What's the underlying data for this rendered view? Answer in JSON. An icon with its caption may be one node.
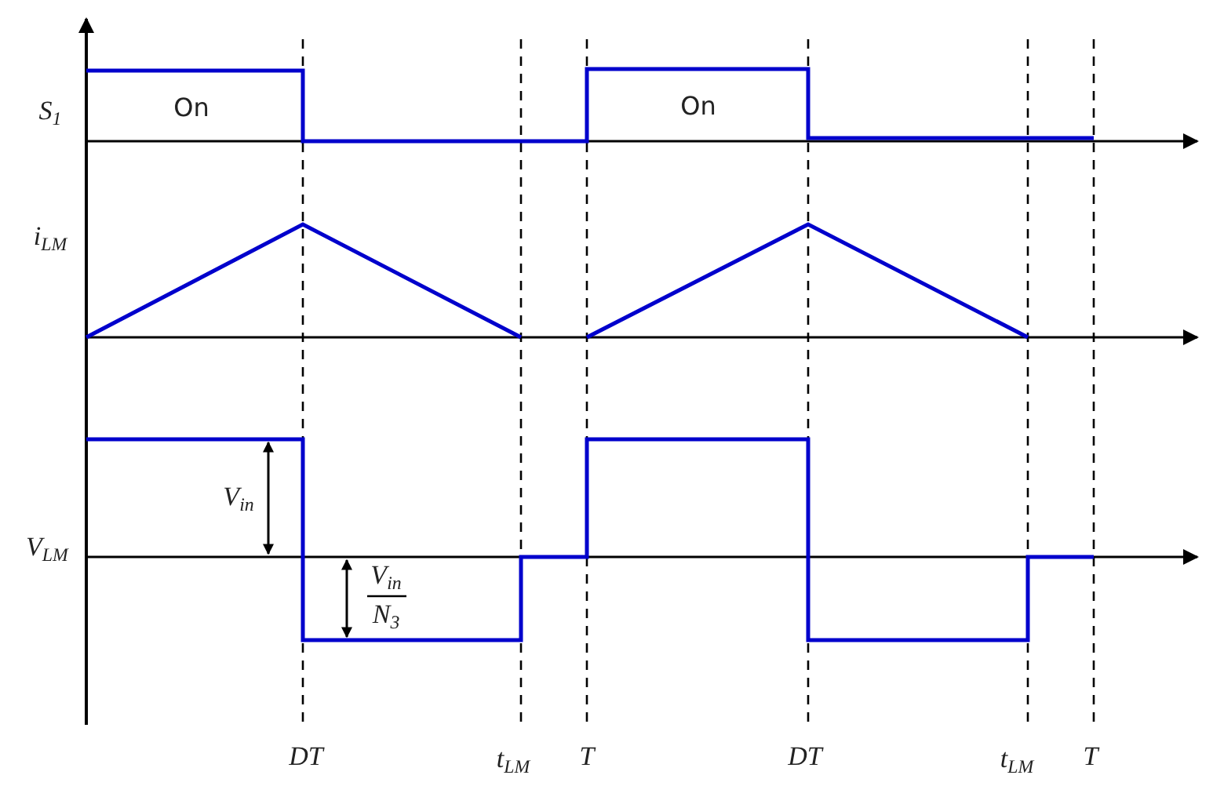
{
  "diagram": {
    "labels": [
      "S$_{1}$",
      "On",
      "On",
      "i$_{LM}$",
      "V$_{in}$",
      "V$_{LM}$",
      "V$_{in}$",
      "N$_{3}$",
      "DT",
      "t$_{LM}$",
      "T",
      "DT",
      "t$_{LM}$",
      "T"
    ]
  }
}
